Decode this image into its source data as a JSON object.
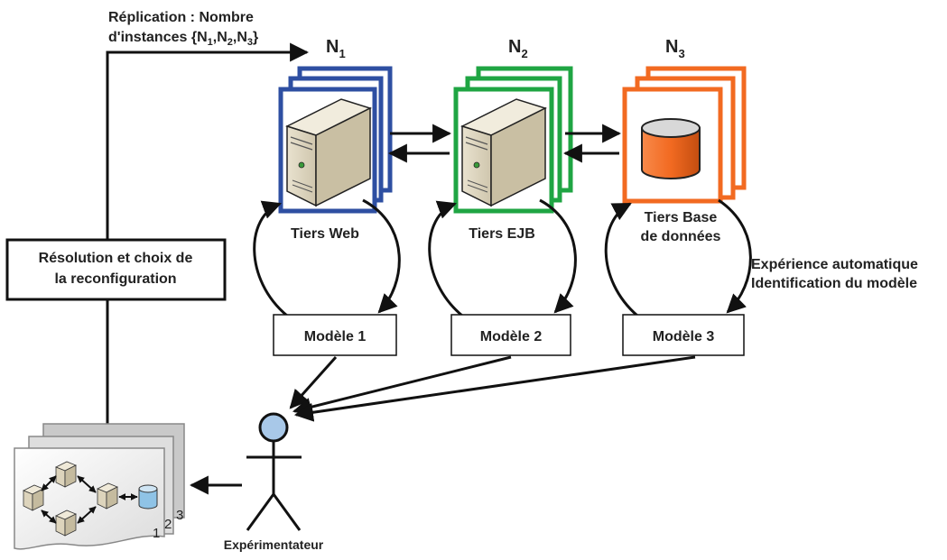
{
  "replication": {
    "line1": "Réplication : Nombre",
    "line2_prefix": "d'instances {N",
    "line2_suffix": "}",
    "sub1": "1",
    "sub2": "2",
    "sub3": "3",
    "sep": ","
  },
  "tiers": [
    {
      "n_label": "N",
      "n_sub": "1",
      "name_line1": "Tiers  Web",
      "name_line2": "",
      "model": "Modèle 1",
      "color": "#2E4FA2"
    },
    {
      "n_label": "N",
      "n_sub": "2",
      "name_line1": "Tiers  EJB",
      "name_line2": "",
      "model": "Modèle 2",
      "color": "#1FA543"
    },
    {
      "n_label": "N",
      "n_sub": "3",
      "name_line1": "Tiers  Base",
      "name_line2": "de données",
      "model": "Modèle 3",
      "color": "#F26A21"
    }
  ],
  "resolution_box": {
    "line1": "Résolution et choix de",
    "line2": "la reconfiguration"
  },
  "experiment_label": {
    "line1": "Expérience automatique",
    "line2": "Identification du modèle"
  },
  "actor_label": "Expérimentateur",
  "config_pages": {
    "n1": "1",
    "n2": "2",
    "n3": "3"
  },
  "colors": {
    "db_fill": "#F26A21",
    "actor_head": "#A8C8E8",
    "arrow": "#111111"
  }
}
